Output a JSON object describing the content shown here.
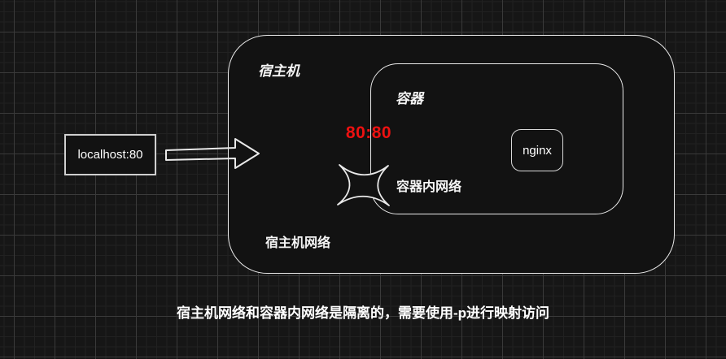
{
  "canvas": {
    "background_color": "#161616",
    "grid_minor_color": "#212121",
    "grid_major_color": "#3a3a3a",
    "stroke_color": "#e9e9e9",
    "shape_fill_color": "#121212"
  },
  "diagram": {
    "request_box": {
      "label": "localhost:80"
    },
    "host_box": {
      "title": "宿主机",
      "network_label": "宿主机网络"
    },
    "container_box": {
      "title": "容器",
      "network_label": "容器内网络",
      "node_label": "nginx"
    },
    "port_mapping": {
      "label": "80:80",
      "color": "#ee1111"
    },
    "caption": "宿主机网络和容器内网络是隔离的，需要使用-p进行映射访问"
  }
}
